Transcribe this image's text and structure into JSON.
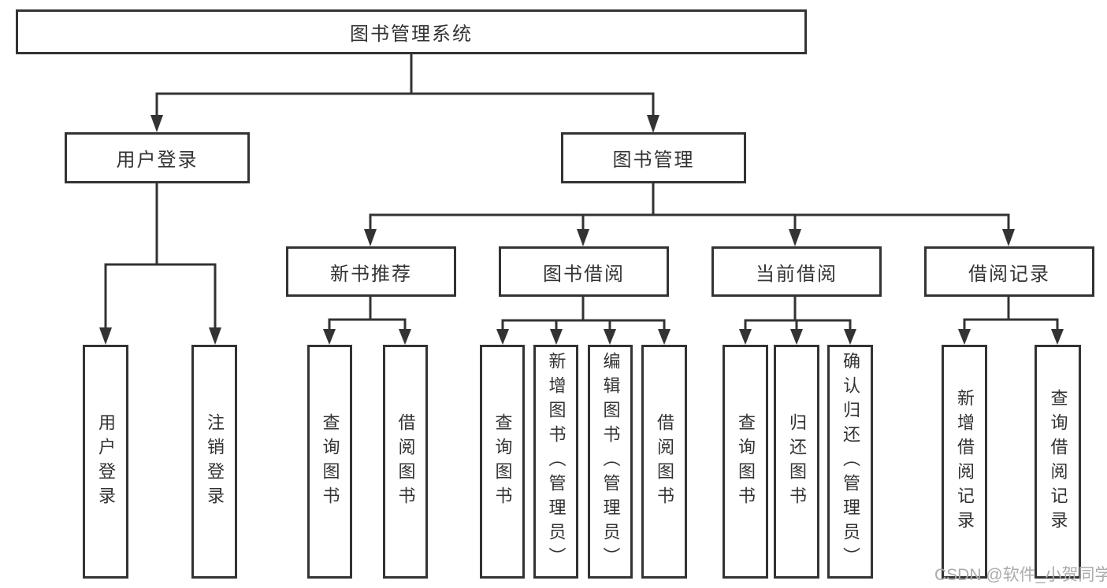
{
  "diagram": {
    "colors": {
      "line": "#333333",
      "text": "#333333",
      "background": "#ffffff",
      "watermark_text": "#ababab"
    },
    "root": {
      "label": "图书管理系统"
    },
    "branches": [
      {
        "label": "用户登录",
        "children": [
          {
            "label": "用户登录"
          },
          {
            "label": "注销登录"
          }
        ]
      },
      {
        "label": "图书管理",
        "children": [
          {
            "label": "新书推荐",
            "children": [
              {
                "label": "查询图书"
              },
              {
                "label": "借阅图书"
              }
            ]
          },
          {
            "label": "图书借阅",
            "children": [
              {
                "label": "查询图书"
              },
              {
                "label": "新增图书（管理员）"
              },
              {
                "label": "编辑图书（管理员）"
              },
              {
                "label": "借阅图书"
              }
            ]
          },
          {
            "label": "当前借阅",
            "children": [
              {
                "label": "查询图书"
              },
              {
                "label": "归还图书"
              },
              {
                "label": "确认归还（管理员）"
              }
            ]
          },
          {
            "label": "借阅记录",
            "children": [
              {
                "label": "新增借阅记录"
              },
              {
                "label": "查询借阅记录"
              }
            ]
          }
        ]
      }
    ],
    "watermark": "CSDN @软件_小贺同学"
  }
}
